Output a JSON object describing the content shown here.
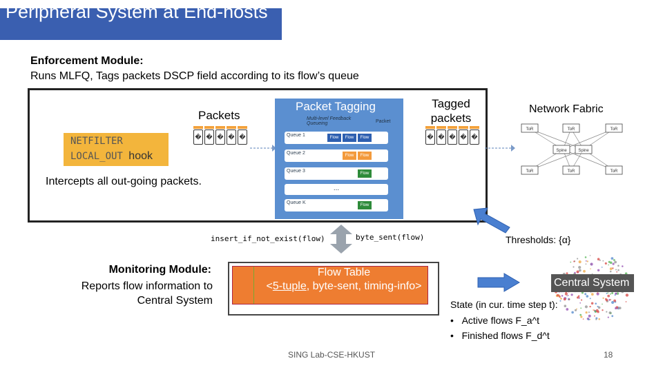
{
  "slide": {
    "title": "Peripheral System at End-hosts",
    "enforcement_title": "Enforcement Module:",
    "enforcement_desc": "Runs MLFQ, Tags packets DSCP field according to its flow’s queue",
    "packets_label": "Packets",
    "netfilter_line1": "NETFILTER",
    "netfilter_line2a": "LOCAL_OUT",
    "netfilter_line2b": "hook",
    "packet_glyph": "�",
    "packet_tagging": "Packet Tagging",
    "mlfq_caption": "Multi-level Feedback Queueing",
    "mlfq_packet": "Packet",
    "queues": [
      "Queue 1",
      "Queue 2",
      "Queue 3",
      "Queue K"
    ],
    "flow_label": "Flow",
    "queue_dots": "...",
    "tagged_line1": "Tagged",
    "tagged_line2": "packets",
    "network_fabric": "Network Fabric",
    "fabric_nodes": {
      "tor": "ToR",
      "spine": "Spine"
    },
    "intercepts": "Intercepts all out-going packets.",
    "insert_label": "insert_if_not_exist(flow)",
    "byte_label": "byte_sent(flow)",
    "thresholds": "Thresholds: {α}",
    "monitoring_title": "Monitoring Module:",
    "monitoring_desc": "Reports flow information to Central System",
    "flow_table_line1": "Flow Table",
    "flow_table_prefix": "<",
    "flow_table_tuple": "5-tuple",
    "flow_table_rest": ", byte-sent, timing-info>",
    "central_system": "Central System",
    "state_label": "State (in cur. time step t):",
    "state_items": [
      "Active flows F_a^t",
      "Finished flows F_d^t"
    ],
    "footer": "SING Lab-CSE-HKUST",
    "page_number": "18"
  },
  "colors": {
    "title_bg": "#3a5fb0",
    "netfilter": "#f3b53c",
    "mlfq_bg": "#5b8fd0",
    "flow_table": "#ee7d31",
    "arrow": "#4a7fd0",
    "queue_flow_blue": "#2d5fb0",
    "queue_flow_orange": "#f39a3c",
    "queue_flow_green": "#2e8b3a"
  }
}
